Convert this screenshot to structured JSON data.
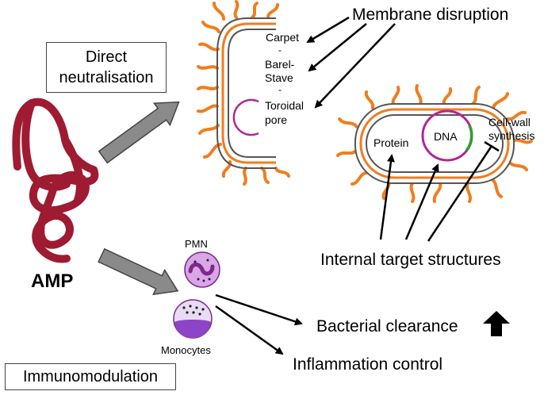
{
  "boxes": {
    "direct_line1": "Direct",
    "direct_line2": "neutralisation",
    "immunomodulation": "Immunomodulation"
  },
  "labels": {
    "membrane_disruption": "Membrane disruption",
    "carpet": "Carpet",
    "dash1": "-",
    "barel": "Barel-",
    "stave": "Stave",
    "dash2": "-",
    "toroidal": "Toroidal",
    "pore": "pore",
    "protein": "Protein",
    "dna": "DNA",
    "cellwall_line1": "Cell-wall",
    "cellwall_line2": "synthesis",
    "internal_targets": "Internal target structures",
    "amp": "AMP",
    "pmn": "PMN",
    "monocytes": "Monocytes",
    "bacterial_clearance": "Bacterial clearance",
    "inflammation_control": "Inflammation control"
  },
  "colors": {
    "amp": "#9e1b32",
    "flagella": "#f07d1f",
    "membrane_inner": "#f07d1f",
    "gray_arrow": "#8a8a8a",
    "pmn_cell": "#d9a6e6",
    "pmn_nucleus": "#7b2a8a",
    "monocyte_cell": "#e8dcf5",
    "monocyte_nucleus": "#8e44c7",
    "dna_pink": "#d81b8a",
    "dna_blue": "#2a52be",
    "dna_green": "#2ca02c"
  },
  "icons": [
    "up-arrow-icon"
  ]
}
